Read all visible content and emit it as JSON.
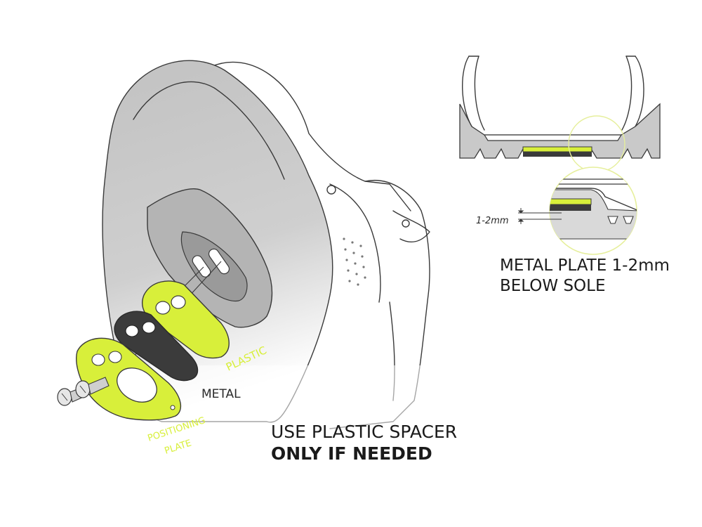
{
  "labels": {
    "plastic": "PLASTIC",
    "metal": "METAL",
    "positioning_line1": "POSITIONING",
    "positioning_line2": "PLATE",
    "measure": "1-2mm"
  },
  "captions": {
    "spacer_line1": "USE PLASTIC SPACER",
    "spacer_line2": "ONLY IF NEEDED",
    "plate_line1": "METAL PLATE 1-2mm",
    "plate_line2": "BELOW SOLE"
  },
  "colors": {
    "accent": "#d8ef3a",
    "metal": "#3b3b3b",
    "sole": "#c9c9c9",
    "line": "#3a3a3a"
  }
}
